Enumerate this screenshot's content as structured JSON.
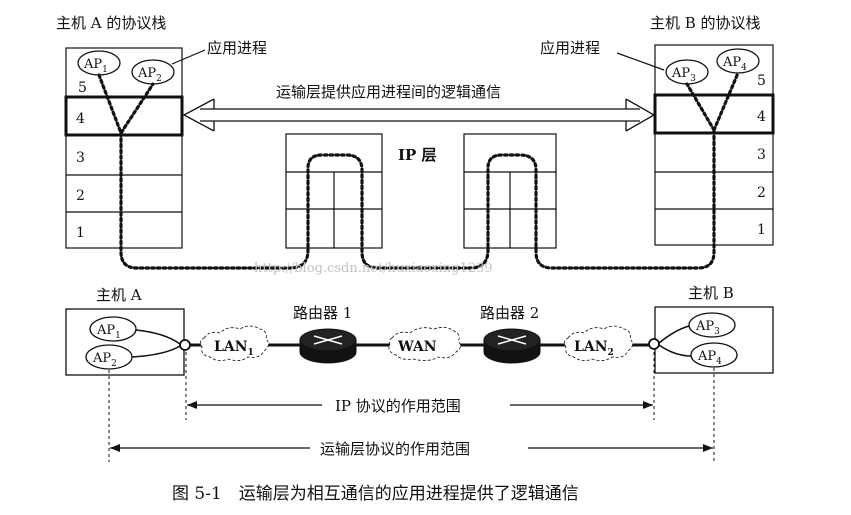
{
  "top": {
    "host_a_title": "主机 A 的协议栈",
    "host_b_title": "主机 B 的协议栈",
    "app_process_left": "应用进程",
    "app_process_right": "应用进程",
    "transport_arrow_label": "运输层提供应用进程间的逻辑通信",
    "ip_layer_label": "IP 层",
    "layers_a": [
      "5",
      "4",
      "3",
      "2",
      "1"
    ],
    "layers_b": [
      "5",
      "4",
      "3",
      "2",
      "1"
    ],
    "ap_a": [
      {
        "base": "AP",
        "sub": "1"
      },
      {
        "base": "AP",
        "sub": "2"
      }
    ],
    "ap_b": [
      {
        "base": "AP",
        "sub": "3"
      },
      {
        "base": "AP",
        "sub": "4"
      }
    ]
  },
  "watermark": "http://blog.csdn.net/huxiaoxing1239",
  "bottom": {
    "host_a": "主机 A",
    "host_b": "主机 B",
    "router1": "路由器 1",
    "router2": "路由器 2",
    "lan1": {
      "base": "LAN",
      "sub": "1"
    },
    "wan": "WAN",
    "lan2": {
      "base": "LAN",
      "sub": "2"
    },
    "ap_a": [
      {
        "base": "AP",
        "sub": "1"
      },
      {
        "base": "AP",
        "sub": "2"
      }
    ],
    "ap_b": [
      {
        "base": "AP",
        "sub": "3"
      },
      {
        "base": "AP",
        "sub": "4"
      }
    ],
    "ip_scope": "IP 协议的作用范围",
    "transport_scope": "运输层协议的作用范围"
  },
  "caption": "图 5-1　运输层为相互通信的应用进程提供了逻辑通信"
}
